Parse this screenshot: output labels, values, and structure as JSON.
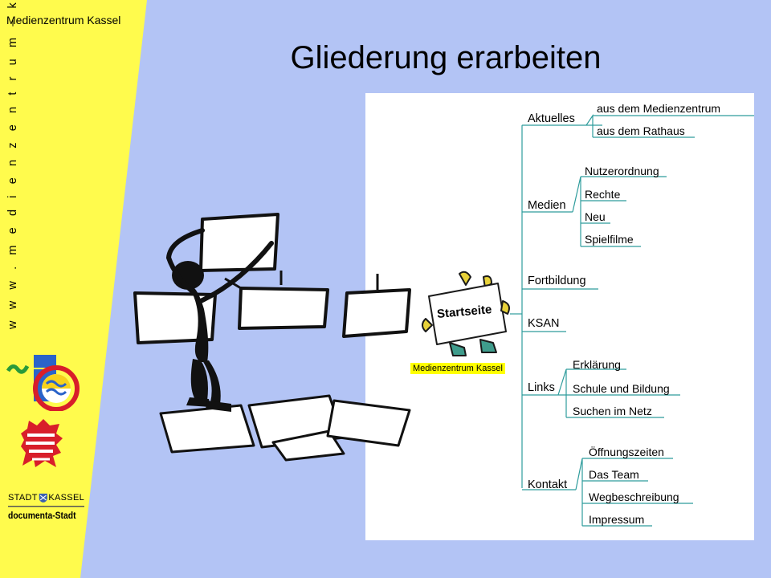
{
  "header": {
    "org_name": "Medienzentrum Kassel",
    "url_vertical": "w w w . m e d i e n z e n t r u m – k a s s e l . d e"
  },
  "slide": {
    "title": "Gliederung erarbeiten"
  },
  "logos": {
    "stadt_left": "STADT",
    "stadt_right": "KASSEL",
    "stadt_sub": "documenta-Stadt"
  },
  "illustration": {
    "sign_text": "Startseite"
  },
  "mindmap": {
    "center": "Medienzentrum Kassel",
    "categories": [
      {
        "label": "Aktuelles",
        "children": [
          "aus dem Medienzentrum",
          "aus dem Rathaus"
        ]
      },
      {
        "label": "Medien",
        "children": [
          "Nutzerordnung",
          "Rechte",
          "Neu",
          "Spielfilme"
        ]
      },
      {
        "label": "Fortbildung",
        "children": []
      },
      {
        "label": "KSAN",
        "children": []
      },
      {
        "label": "Links",
        "children": [
          "Erklärung",
          "Schule und Bildung",
          "Suchen im Netz"
        ]
      },
      {
        "label": "Kontakt",
        "children": [
          "Öffnungszeiten",
          "Das Team",
          "Wegbeschreibung",
          "Impressum"
        ]
      }
    ]
  },
  "colors": {
    "background": "#b3c4f5",
    "sidebar": "#fffb4d",
    "mindmap_line": "#2e9c9c",
    "center_highlight": "#ffff00"
  }
}
